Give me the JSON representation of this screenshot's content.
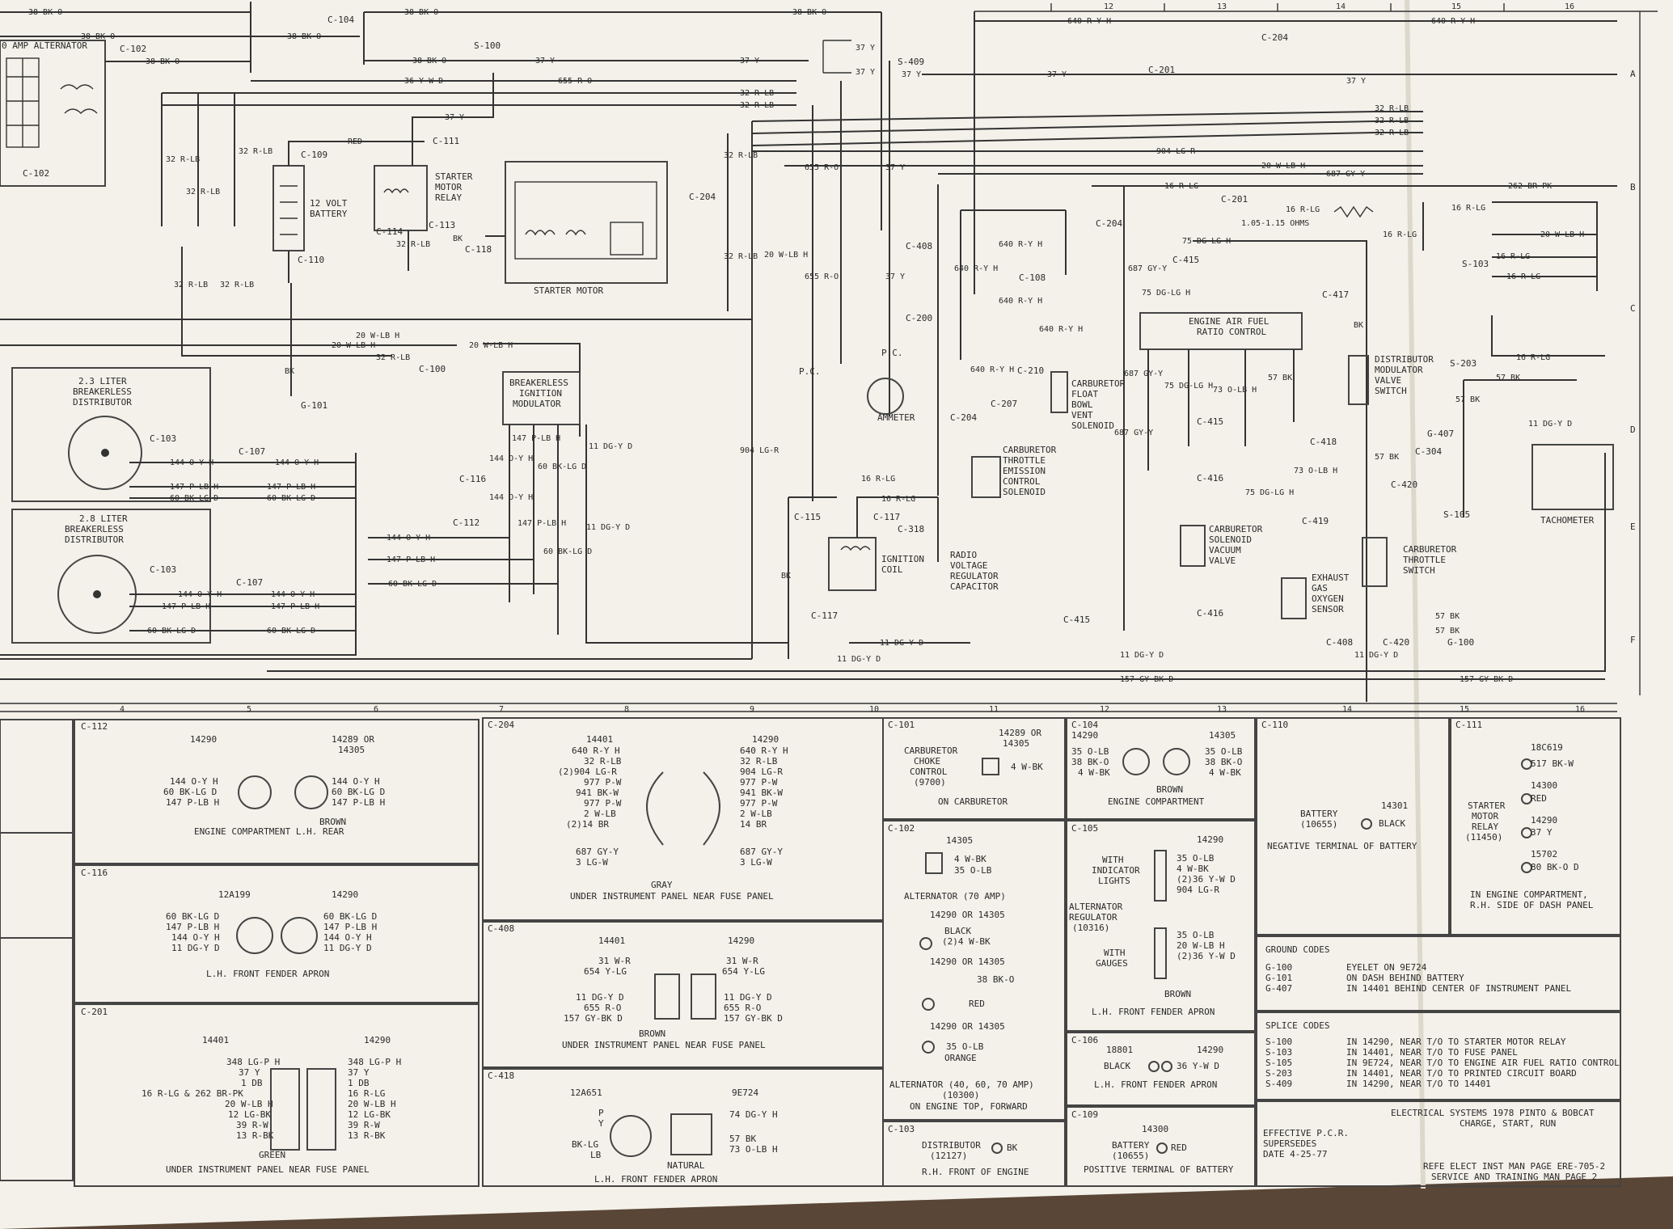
{
  "grid": {
    "top": [
      {
        "n": "12"
      },
      {
        "n": "13"
      },
      {
        "n": "14"
      },
      {
        "n": "15"
      },
      {
        "n": "16"
      }
    ],
    "mid": [
      {
        "n": "4"
      },
      {
        "n": "5"
      },
      {
        "n": "6"
      },
      {
        "n": "7"
      },
      {
        "n": "8"
      },
      {
        "n": "9"
      },
      {
        "n": "10"
      },
      {
        "n": "11"
      },
      {
        "n": "12"
      },
      {
        "n": "13"
      },
      {
        "n": "14"
      },
      {
        "n": "15"
      },
      {
        "n": "16"
      }
    ],
    "rows": [
      {
        "r": "A"
      },
      {
        "r": "B"
      },
      {
        "r": "C"
      },
      {
        "r": "D"
      },
      {
        "r": "E"
      },
      {
        "r": "F"
      }
    ]
  },
  "components": {
    "alternator": "0 AMP ALTERNATOR",
    "battery": [
      "12 VOLT",
      "BATTERY"
    ],
    "relay": [
      "STARTER",
      "MOTOR",
      "RELAY"
    ],
    "starter": "STARTER MOTOR",
    "dist23": [
      "2.3 LITER",
      "BREAKERLESS",
      "DISTRIBUTOR"
    ],
    "dist28": [
      "2.8 LITER",
      "BREAKERLESS",
      "DISTRIBUTOR"
    ],
    "modulator": [
      "BREAKERLESS",
      "IGNITION",
      "MODULATOR"
    ],
    "ammeter": "AMMETER",
    "pc1": "P.C.",
    "pc2": "P.C.",
    "coil": [
      "IGNITION",
      "COIL"
    ],
    "capacitor": [
      "RADIO",
      "VOLTAGE",
      "REGULATOR",
      "CAPACITOR"
    ],
    "emission": [
      "CARBURETOR",
      "THROTTLE",
      "EMISSION",
      "CONTROL",
      "SOLENOID"
    ],
    "vent": [
      "CARBURETOR",
      "FLOAT",
      "BOWL",
      "VENT",
      "SOLENOID"
    ],
    "efc": [
      "ENGINE AIR FUEL",
      "RATIO CONTROL"
    ],
    "vacuum": [
      "CARBURETOR",
      "SOLENOID",
      "VACUUM",
      "VALVE"
    ],
    "oxygen": [
      "EXHAUST",
      "GAS",
      "OXYGEN",
      "SENSOR"
    ],
    "modswitch": [
      "DISTRIBUTOR",
      "MODULATOR",
      "VALVE",
      "SWITCH"
    ],
    "throttle": [
      "CARBURETOR",
      "THROTTLE",
      "SWITCH"
    ],
    "tach": "TACHOMETER",
    "resistor": "1.05-1.15 OHMS"
  },
  "wires": {
    "bk38": "38 BK-O",
    "y37": "37 Y",
    "ywd36": "36 Y-W D",
    "ro655": "655 R-O",
    "rlb32": "32 R-LB",
    "ryh640": "640 R-Y H",
    "lgr904": "904 LG-R",
    "wlbh20": "20 W-LB H",
    "gyy687": "687 GY-Y",
    "rlg16": "16 R-LG",
    "brpk262": "262 BR-PK",
    "dglgh75": "75 DG-LG H",
    "oyh144": "144 O-Y H",
    "plbh147": "147 P-LB H",
    "bklgd60": "60 BK-LG D",
    "dgyd11": "11 DG-Y D",
    "olbh73": "73 O-LB H",
    "bk57": "57 BK",
    "gybkd157": "157 GY-BK D",
    "bk": "BK",
    "red": "RED"
  },
  "connectors": {
    "c104": "C-104",
    "c102": "C-102",
    "s100": "S-100",
    "s409": "S-409",
    "c204": "C-204",
    "c201": "C-201",
    "c109": "C-109",
    "c111": "C-111",
    "c110": "C-110",
    "c113": "C-113",
    "c114": "C-114",
    "c118": "C-118",
    "c100": "C-100",
    "g101": "G-101",
    "c103": "C-103",
    "c107": "C-107",
    "c112": "C-112",
    "c116": "C-116",
    "c408": "C-408",
    "c200": "C-200",
    "c115": "C-115",
    "c117": "C-117",
    "c318": "C-318",
    "c108": "C-108",
    "c210": "C-210",
    "c207": "C-207",
    "c415": "C-415",
    "c416": "C-416",
    "c417": "C-417",
    "c418": "C-418",
    "c419": "C-419",
    "c420": "C-420",
    "s103": "S-103",
    "s203": "S-203",
    "s105": "S-105",
    "c304": "C-304",
    "g407": "G-407",
    "g100": "G-100"
  },
  "panels": {
    "c112": {
      "id": "C-112",
      "left_code": "14290",
      "right_code": [
        "14289 OR",
        "14305"
      ],
      "left": [
        "144 O-Y H",
        "60 BK-LG D",
        "147 P-LB H"
      ],
      "right": [
        "144 O-Y H",
        "60 BK-LG D",
        "147 P-LB H"
      ],
      "color": "BROWN",
      "loc": "ENGINE COMPARTMENT L.H. REAR"
    },
    "c116": {
      "id": "C-116",
      "left_code": "12A199",
      "right_code": "14290",
      "left": [
        "60 BK-LG D",
        "147 P-LB H",
        "144 O-Y H",
        "11 DG-Y D"
      ],
      "right": [
        "60 BK-LG D",
        "147 P-LB H",
        "144 O-Y H",
        "11 DG-Y D"
      ],
      "loc": "L.H. FRONT FENDER APRON"
    },
    "c201": {
      "id": "C-201",
      "left_code": "14401",
      "right_code": "14290",
      "left": [
        "348 LG-P H",
        "37 Y",
        "1 DB",
        "16 R-LG & 262 BR-PK",
        "20 W-LB H",
        "12 LG-BK",
        "39 R-W",
        "13 R-BK"
      ],
      "right": [
        "348 LG-P H",
        "37 Y",
        "1 DB",
        "16 R-LG",
        "20 W-LB H",
        "12 LG-BK",
        "39 R-W",
        "13 R-BK"
      ],
      "color": "GREEN",
      "loc": "UNDER INSTRUMENT PANEL NEAR FUSE PANEL"
    },
    "c204": {
      "id": "C-204",
      "left_code": "14401",
      "right_code": "14290",
      "left": [
        "640 R-Y H",
        "32 R-LB",
        "(2)904 LG-R",
        "977 P-W",
        "941 BK-W",
        "977 P-W",
        "2 W-LB",
        "(2)14 BR"
      ],
      "right": [
        "640 R-Y H",
        "32 R-LB",
        "904 LG-R",
        "977 P-W",
        "941 BK-W",
        "977 P-W",
        "2 W-LB",
        "14 BR"
      ],
      "left2": [
        "687 GY-Y",
        "3 LG-W"
      ],
      "right2": [
        "687 GY-Y",
        "3 LG-W"
      ],
      "color": "GRAY",
      "loc": "UNDER INSTRUMENT PANEL NEAR FUSE PANEL"
    },
    "c408": {
      "id": "C-408",
      "left_code": "14401",
      "right_code": "14290",
      "left": [
        "31 W-R",
        "654 Y-LG",
        "11 DG-Y D",
        "655 R-O",
        "157 GY-BK D"
      ],
      "right": [
        "31 W-R",
        "654 Y-LG",
        "11 DG-Y D",
        "655 R-O",
        "157 GY-BK D"
      ],
      "color": "BROWN",
      "loc": "UNDER INSTRUMENT PANEL NEAR FUSE PANEL"
    },
    "c418": {
      "id": "C-418",
      "left_code": "12A651",
      "right_code": "9E724",
      "left": [
        "P",
        "Y",
        "BK-LG",
        "LB"
      ],
      "right": [
        "74 DG-Y H",
        "57 BK",
        "73 O-LB H"
      ],
      "color": "NATURAL",
      "loc": "L.H. FRONT FENDER APRON"
    },
    "c101": {
      "id": "C-101",
      "title": [
        "CARBURETOR",
        "CHOKE",
        "CONTROL",
        "(9700)"
      ],
      "code": [
        "14289 OR",
        "14305"
      ],
      "wire": "4 W-BK",
      "loc": "ON CARBURETOR"
    },
    "c102": {
      "id": "C-102",
      "code1": "14305",
      "w1": "4 W-BK",
      "w2": "35 O-LB",
      "alt1": "ALTERNATOR (70 AMP)",
      "code2": "14290 OR 14305",
      "black": "BLACK",
      "w3": "(2)4 W-BK",
      "code3": "14290 OR 14305",
      "w4": "38 BK-O",
      "red": "RED",
      "code4": "14290 OR 14305",
      "w5": "35 O-LB",
      "orange": "ORANGE",
      "alt2": "ALTERNATOR (40, 60, 70 AMP)",
      "alt2b": "(10300)",
      "loc": "ON ENGINE TOP, FORWARD"
    },
    "c103": {
      "id": "C-103",
      "title": [
        "DISTRIBUTOR",
        "(12127)"
      ],
      "wire": "BK",
      "loc": "R.H. FRONT OF ENGINE"
    },
    "c104": {
      "id": "C-104",
      "code1": "14290",
      "code2": "14305",
      "left": [
        "35 O-LB",
        "38 BK-O",
        "4 W-BK"
      ],
      "right": [
        "35 O-LB",
        "38 BK-O",
        "4 W-BK"
      ],
      "color": "BROWN",
      "loc": "ENGINE COMPARTMENT"
    },
    "c105": {
      "id": "C-105",
      "code": "14290",
      "t1": [
        "WITH",
        "INDICATOR",
        "LIGHTS"
      ],
      "w1": [
        "35 O-LB",
        "4 W-BK",
        "(2)36 Y-W D",
        "904 LG-R"
      ],
      "t2": [
        "ALTERNATOR",
        "REGULATOR",
        "(10316)"
      ],
      "t3": [
        "WITH",
        "GAUGES"
      ],
      "w2": [
        "35 O-LB",
        "20 W-LB H",
        "(2)36 Y-W D"
      ],
      "color": "BROWN",
      "loc": "L.H. FRONT FENDER APRON"
    },
    "c106": {
      "id": "C-106",
      "code1": "18801",
      "code2": "14290",
      "black": "BLACK",
      "wire": "36 Y-W D",
      "loc": "L.H. FRONT FENDER APRON"
    },
    "c109": {
      "id": "C-109",
      "title": [
        "BATTERY",
        "(10655)"
      ],
      "code": "14300",
      "red": "RED",
      "loc": "POSITIVE TERMINAL OF BATTERY"
    },
    "c110": {
      "id": "C-110",
      "title": [
        "BATTERY",
        "(10655)"
      ],
      "code": "14301",
      "black": "BLACK",
      "loc": "NEGATIVE TERMINAL OF BATTERY"
    },
    "c111": {
      "id": "C-111",
      "title": [
        "STARTER",
        "MOTOR",
        "RELAY",
        "(11450)"
      ],
      "items": [
        {
          "code": "18C619",
          "w": "517 BK-W"
        },
        {
          "code": "14300",
          "w": "RED"
        },
        {
          "code": "14290",
          "w": "37 Y"
        },
        {
          "code": "15702",
          "w": "80 BK-O D"
        }
      ],
      "loc": [
        "IN ENGINE COMPARTMENT,",
        "R.H. SIDE OF DASH PANEL"
      ]
    }
  },
  "ground_codes": {
    "title": "GROUND CODES",
    "rows": [
      {
        "c": "G-100",
        "d": "EYELET ON 9E724"
      },
      {
        "c": "G-101",
        "d": "ON DASH BEHIND BATTERY"
      },
      {
        "c": "G-407",
        "d": "IN 14401 BEHIND CENTER OF INSTRUMENT PANEL"
      }
    ]
  },
  "splice_codes": {
    "title": "SPLICE CODES",
    "rows": [
      {
        "c": "S-100",
        "d": "IN 14290, NEAR T/O TO STARTER MOTOR RELAY"
      },
      {
        "c": "S-103",
        "d": "IN 14401, NEAR T/O TO FUSE PANEL"
      },
      {
        "c": "S-105",
        "d": "IN 9E724, NEAR T/O TO ENGINE AIR FUEL RATIO CONTROL"
      },
      {
        "c": "S-203",
        "d": "IN 14401, NEAR T/O TO PRINTED CIRCUIT BOARD"
      },
      {
        "c": "S-409",
        "d": "IN 14290, NEAR T/O TO 14401"
      }
    ]
  },
  "title_block": {
    "line1": "ELECTRICAL SYSTEMS 1978 PINTO & BOBCAT",
    "line2": "CHARGE, START, RUN",
    "eff1": "EFFECTIVE P.C.R.",
    "eff2": "SUPERSEDES",
    "eff3": "DATE 4-25-77",
    "ref1": "REFE ELECT INST MAN PAGE ERE-705-2",
    "ref2": "SERVICE AND TRAINING MAN PAGE 2"
  }
}
